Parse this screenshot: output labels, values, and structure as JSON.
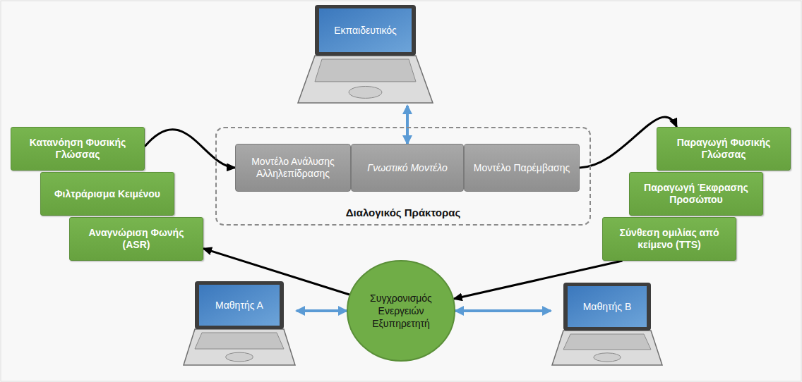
{
  "diagram": {
    "nodes": [
      {
        "text": [
          "Εκπαιδευτικός"
        ]
      },
      {
        "text": [
          "Διαλογικός Πράκτορας"
        ]
      },
      {
        "text": [
          "Μοντέλο Ανάλυσης Αλληλεπίδρασης"
        ],
        "in": 1
      },
      {
        "text": [
          "Γνωστικό Μοντέλο"
        ],
        "in": 1
      },
      {
        "text": [
          "Μοντέλο Παρέμβασης"
        ],
        "in": 1
      },
      {
        "text": [
          "Κατανόηση Φυσικής Γλώσσας"
        ]
      },
      {
        "text": [
          "Φιλτράρισμα Κειμένου"
        ]
      },
      {
        "text": [
          "Αναγνώριση Φωνής (ASR)"
        ]
      },
      {
        "text": [
          "Παραγωγή Φυσικής Γλώσσας"
        ]
      },
      {
        "text": [
          "Παραγωγή Έκφρασης Προσώπου"
        ]
      },
      {
        "text": [
          "Σύνθεση ομιλίας από κείμενο (TTS)"
        ]
      },
      {
        "text": [
          "Μαθητής Α"
        ]
      },
      {
        "text": [
          "Συγχρονισμός Ενεργειών Εξυπηρετητή"
        ]
      },
      {
        "text": [
          "Μαθητής Β"
        ]
      }
    ],
    "edges": [
      {
        "from": 0,
        "to": 3,
        "arrow": "both"
      },
      {
        "from": 5,
        "to": 2,
        "arrow": "to"
      },
      {
        "from": 4,
        "to": 8,
        "arrow": "to"
      },
      {
        "from": 10,
        "to": 12,
        "arrow": "to"
      },
      {
        "from": 12,
        "to": 7,
        "arrow": "to"
      },
      {
        "from": 11,
        "to": 12,
        "arrow": "both"
      },
      {
        "from": 12,
        "to": 13,
        "arrow": "both"
      }
    ]
  }
}
